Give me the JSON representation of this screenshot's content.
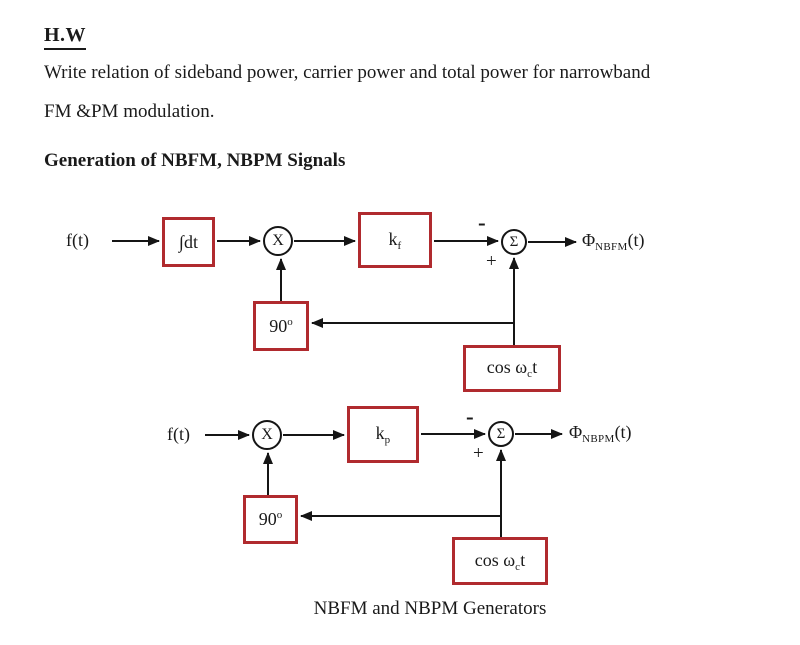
{
  "document": {
    "title": "H.W",
    "paragraph_line1": "Write relation of sideband power, carrier power and total power for narrowband",
    "paragraph_line2": "FM &PM modulation.",
    "section_heading": "Generation of NBFM, NBPM Signals",
    "caption": "NBFM and NBPM Generators"
  },
  "colors": {
    "box_border": "#b02a2e",
    "line": "#151515",
    "text": "#1a1a1a"
  },
  "nbfm_diagram": {
    "input_label": "f(t)",
    "integrator_label": "∫dt",
    "multiplier_symbol": "X",
    "gain_label_base": "k",
    "gain_label_sub": "f",
    "summer_symbol": "Σ",
    "minus_sign": "-",
    "plus_sign": "+",
    "phase_shift_base": "90",
    "phase_shift_sup": "o",
    "carrier_label_pre": "cos ω",
    "carrier_label_sub": "c",
    "carrier_label_post": "t",
    "output_base": "Φ",
    "output_sub": "NBFM",
    "output_post": "(t)"
  },
  "nbpm_diagram": {
    "input_label": "f(t)",
    "multiplier_symbol": "X",
    "gain_label_base": "k",
    "gain_label_sub": "p",
    "summer_symbol": "Σ",
    "minus_sign": "-",
    "plus_sign": "+",
    "phase_shift_base": "90",
    "phase_shift_sup": "o",
    "carrier_label_pre": "cos ω",
    "carrier_label_sub": "c",
    "carrier_label_post": "t",
    "output_base": "Φ",
    "output_sub": "NBPM",
    "output_post": "(t)"
  }
}
